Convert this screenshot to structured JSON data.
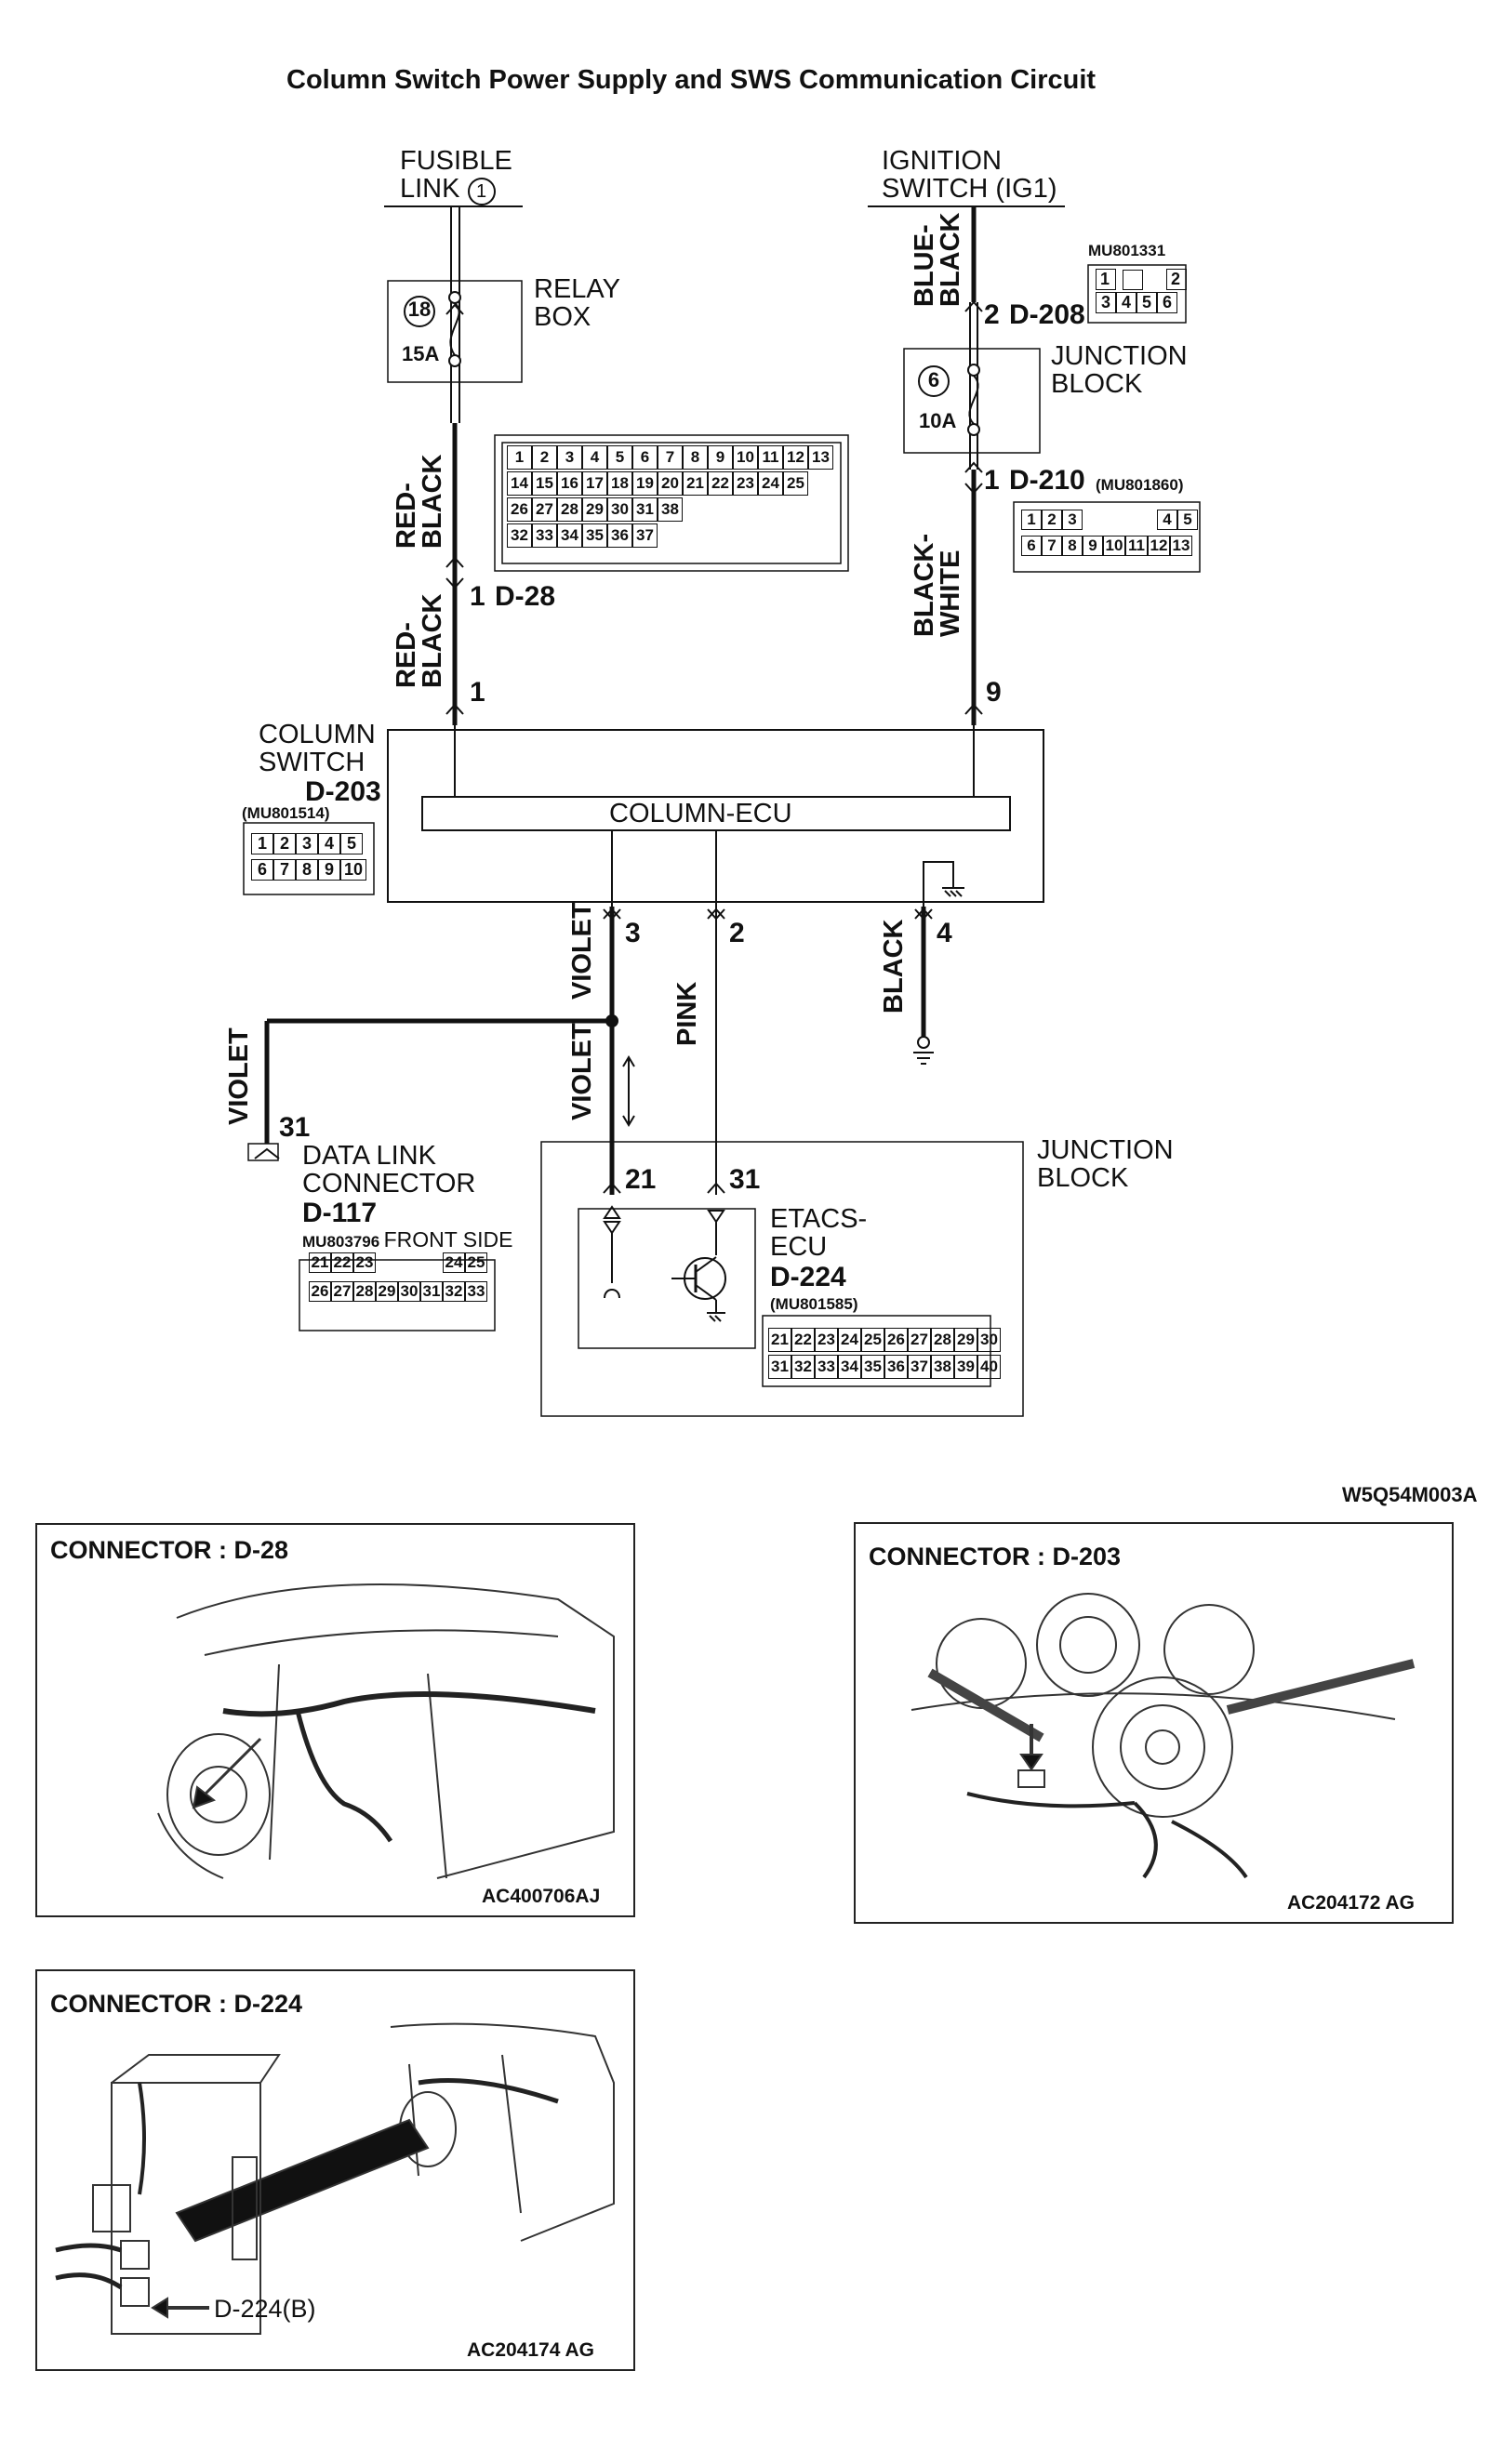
{
  "title": "Column Switch Power Supply and SWS Communication Circuit",
  "figure_code": "W5Q54M003A",
  "fusible_link": {
    "line1": "FUSIBLE",
    "line2": "LINK",
    "number": "1"
  },
  "relay_box": {
    "line1": "RELAY",
    "line2": "BOX",
    "fuse_number": "18",
    "fuse_rating": "15A"
  },
  "ignition_switch": {
    "line1": "IGNITION",
    "line2": "SWITCH (IG1)"
  },
  "junction_block_upper": {
    "line1": "JUNCTION",
    "line2": "BLOCK",
    "fuse_number": "6",
    "fuse_rating": "10A"
  },
  "connector_d208": {
    "pin": "2",
    "id": "D-208",
    "part": "MU801331",
    "row1": [
      "1",
      "",
      "2"
    ],
    "row2": [
      "3",
      "4",
      "5",
      "6"
    ]
  },
  "connector_d210": {
    "pin": "1",
    "id": "D-210",
    "part": "(MU801860)",
    "row1": [
      "1",
      "2",
      "3",
      "4",
      "5"
    ],
    "row2": [
      "6",
      "7",
      "8",
      "9",
      "10",
      "11",
      "12",
      "13"
    ]
  },
  "connector_d28": {
    "pin": "1",
    "id": "D-28",
    "row1": [
      "1",
      "2",
      "3",
      "4",
      "5",
      "6",
      "7",
      "8",
      "9",
      "10",
      "11",
      "12",
      "13"
    ],
    "row2": [
      "14",
      "15",
      "16",
      "17",
      "18",
      "19",
      "20",
      "21",
      "22",
      "23",
      "24",
      "25"
    ],
    "row3": [
      "26",
      "27",
      "28",
      "29",
      "30",
      "31",
      "38"
    ],
    "row4": [
      "32",
      "33",
      "34",
      "35",
      "36",
      "37"
    ]
  },
  "column_switch": {
    "line1": "COLUMN",
    "line2": "SWITCH",
    "id": "D-203",
    "part": "(MU801514)",
    "row1": [
      "1",
      "2",
      "3",
      "4",
      "5"
    ],
    "row2": [
      "6",
      "7",
      "8",
      "9",
      "10"
    ],
    "ecu_label": "COLUMN-ECU",
    "pin_in1": "1",
    "pin_in9": "9",
    "pin3": "3",
    "pin2": "2",
    "pin4": "4"
  },
  "wires": {
    "red_black_1": "RED-\nBLACK",
    "red_black_2": "RED-\nBLACK",
    "blue_black": "BLUE-\nBLACK",
    "black_white": "BLACK-\nWHITE",
    "violet_1": "VIOLET",
    "violet_2": "VIOLET",
    "violet_3": "VIOLET",
    "pink": "PINK",
    "black": "BLACK"
  },
  "data_link_connector": {
    "pin": "31",
    "line1": "DATA LINK",
    "line2": "CONNECTOR",
    "id": "D-117",
    "part": "MU803796",
    "side": "FRONT SIDE",
    "row1": [
      "21",
      "22",
      "23",
      "24",
      "25"
    ],
    "row2": [
      "26",
      "27",
      "28",
      "29",
      "30",
      "31",
      "32",
      "33"
    ]
  },
  "junction_block_lower": {
    "line1": "JUNCTION",
    "line2": "BLOCK"
  },
  "etacs": {
    "line1": "ETACS-",
    "line2": "ECU",
    "id": "D-224",
    "part": "(MU801585)",
    "pin21": "21",
    "pin31": "31",
    "row1": [
      "21",
      "22",
      "23",
      "24",
      "25",
      "26",
      "27",
      "28",
      "29",
      "30"
    ],
    "row2": [
      "31",
      "32",
      "33",
      "34",
      "35",
      "36",
      "37",
      "38",
      "39",
      "40"
    ]
  },
  "panels": [
    {
      "title": "CONNECTOR : D-28",
      "code": "AC400706AJ"
    },
    {
      "title": "CONNECTOR : D-203",
      "code": "AC204172 AG"
    },
    {
      "title": "CONNECTOR : D-224",
      "code": "AC204174 AG",
      "callout": "D-224(B)"
    }
  ],
  "colors": {
    "line": "#111111",
    "background": "#ffffff"
  }
}
